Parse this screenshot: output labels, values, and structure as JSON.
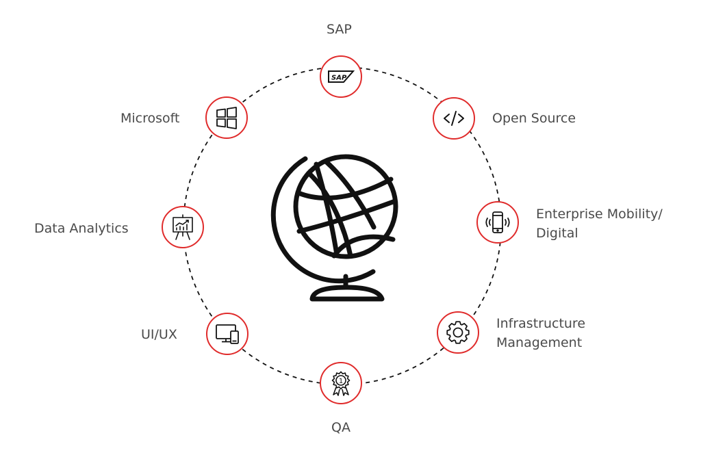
{
  "colors": {
    "accent": "#e02b2b",
    "text": "#4a4a4a",
    "icon": "#111111",
    "ring": "#111111"
  },
  "center": {
    "icon": "globe-icon"
  },
  "services": [
    {
      "id": "sap",
      "label": "SAP",
      "icon": "sap-logo-icon"
    },
    {
      "id": "open-source",
      "label": "Open Source",
      "icon": "code-icon"
    },
    {
      "id": "enterprise-mobility",
      "label_lines": [
        "Enterprise Mobility/",
        "Digital"
      ],
      "icon": "smartphone-icon"
    },
    {
      "id": "infrastructure",
      "label_lines": [
        "Infrastructure",
        "Management"
      ],
      "icon": "gear-icon"
    },
    {
      "id": "qa",
      "label": "QA",
      "icon": "award-badge-icon"
    },
    {
      "id": "ui-ux",
      "label": "UI/UX",
      "icon": "devices-icon"
    },
    {
      "id": "data-analytics",
      "label": "Data Analytics",
      "icon": "presentation-chart-icon"
    },
    {
      "id": "microsoft",
      "label": "Microsoft",
      "icon": "windows-logo-icon"
    }
  ]
}
